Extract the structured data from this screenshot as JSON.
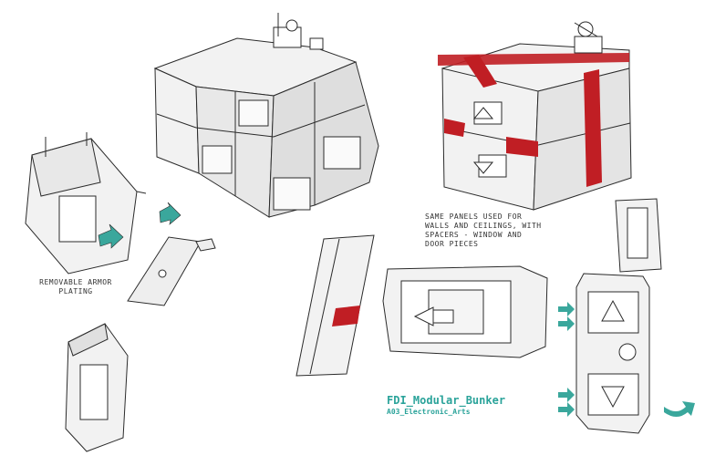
{
  "notes": {
    "removable": "REMOVABLE ARMOR PLATING",
    "panels_line1": "SAME PANELS USED FOR",
    "panels_line2": "WALLS AND CEILINGS, WITH",
    "panels_line3": "SPACERS - WINDOW AND",
    "panels_line4": "DOOR PIECES"
  },
  "title": {
    "main": "FDI_Modular_Bunker",
    "sub": "A03_Electronic_Arts"
  },
  "colors": {
    "line": "#2b2b2b",
    "fill": "#f2f2f2",
    "shade": "#d9d9d9",
    "accent_red": "#c01e24",
    "accent_teal": "#3aa79c"
  },
  "icons": [
    "arrow-icon",
    "dial-icon",
    "triangle-up-icon",
    "triangle-down-icon"
  ]
}
